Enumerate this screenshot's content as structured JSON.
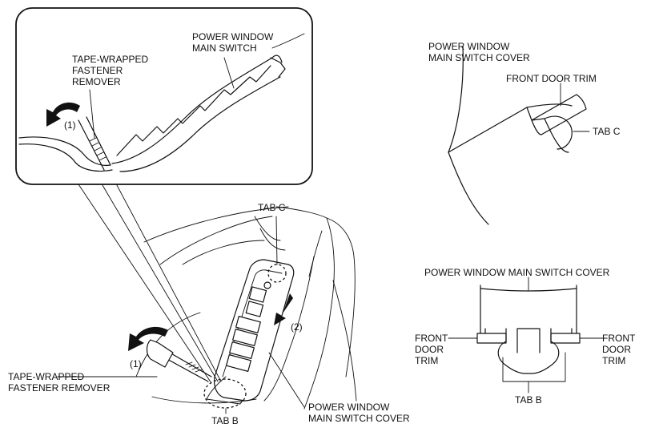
{
  "inset": {
    "label_power_window_switch_1": "POWER WINDOW",
    "label_power_window_switch_2": "MAIN SWITCH",
    "label_remover_1": "TAPE-WRAPPED",
    "label_remover_2": "FASTENER",
    "label_remover_3": "REMOVER",
    "label_step": "(1)"
  },
  "main": {
    "label_tab_c": "TAB C",
    "label_tab_b": "TAB B",
    "label_step_1": "(1)",
    "label_step_2": "(2)",
    "label_remover_1": "TAPE-WRAPPED",
    "label_remover_2": "FASTENER REMOVER",
    "label_cover_1": "POWER WINDOW",
    "label_cover_2": "MAIN SWITCH COVER"
  },
  "top_right": {
    "label_cover_1": "POWER WINDOW",
    "label_cover_2": "MAIN SWITCH COVER",
    "label_trim": "FRONT DOOR TRIM",
    "label_tab_c": "TAB C"
  },
  "bottom_right": {
    "label_cover": "POWER WINDOW MAIN SWITCH COVER",
    "label_front_left_1": "FRONT",
    "label_front_left_2": "DOOR",
    "label_front_left_3": "TRIM",
    "label_front_right_1": "FRONT",
    "label_front_right_2": "DOOR",
    "label_front_right_3": "TRIM",
    "label_tab_b": "TAB B"
  }
}
